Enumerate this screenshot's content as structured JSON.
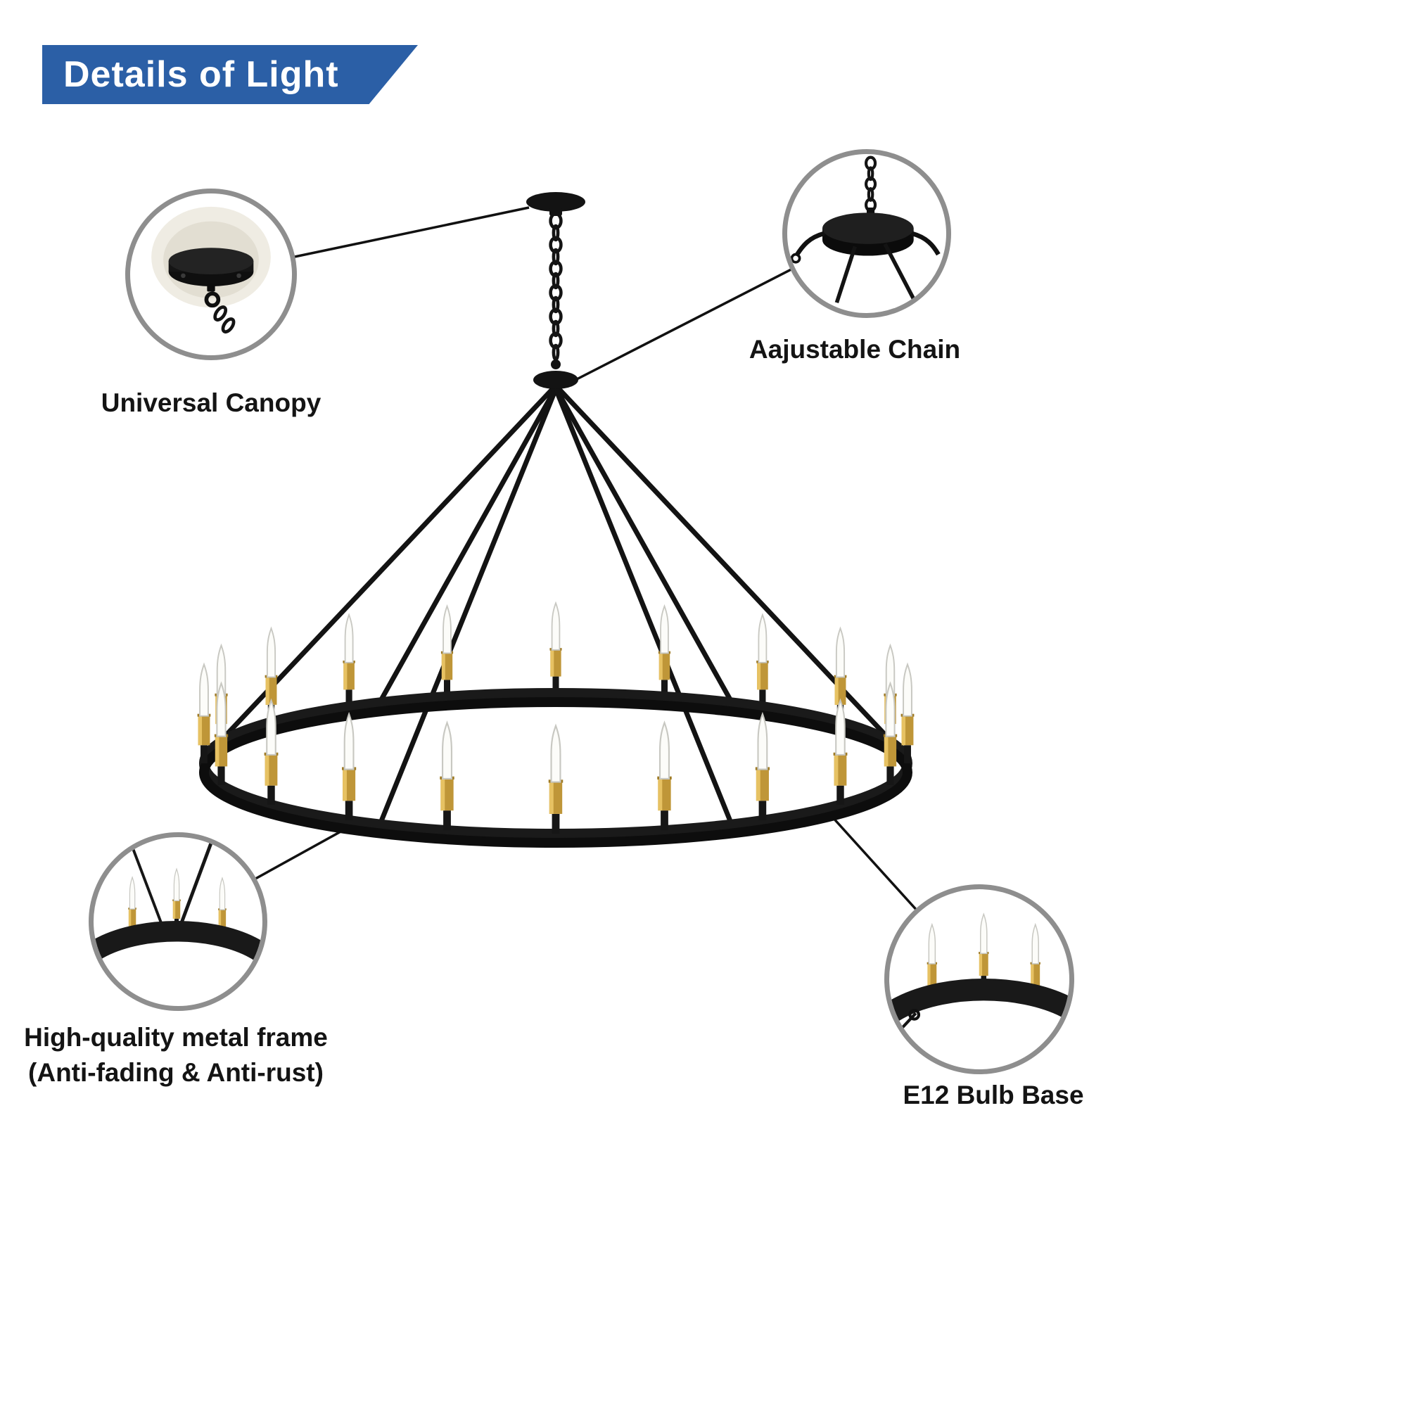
{
  "banner": {
    "title": "Details of Light",
    "background_color": "#2b5fa6",
    "text_color": "#ffffff"
  },
  "callouts": [
    {
      "id": "universal-canopy",
      "label": "Universal Canopy"
    },
    {
      "id": "adjustable-chain",
      "label": "Aajustable Chain"
    },
    {
      "id": "metal-frame",
      "label_line1": "High-quality metal frame",
      "label_line2": "(Anti-fading & Anti-rust)"
    },
    {
      "id": "e12-bulb-base",
      "label": "E12 Bulb Base"
    }
  ],
  "chandelier": {
    "style": "wagon-wheel-round",
    "bulb_count": 20,
    "frame_color": "#161616",
    "holder_color": "#bf9638",
    "holder_highlight_color": "#e7c263",
    "bulb_color": "#fcfcf9"
  }
}
